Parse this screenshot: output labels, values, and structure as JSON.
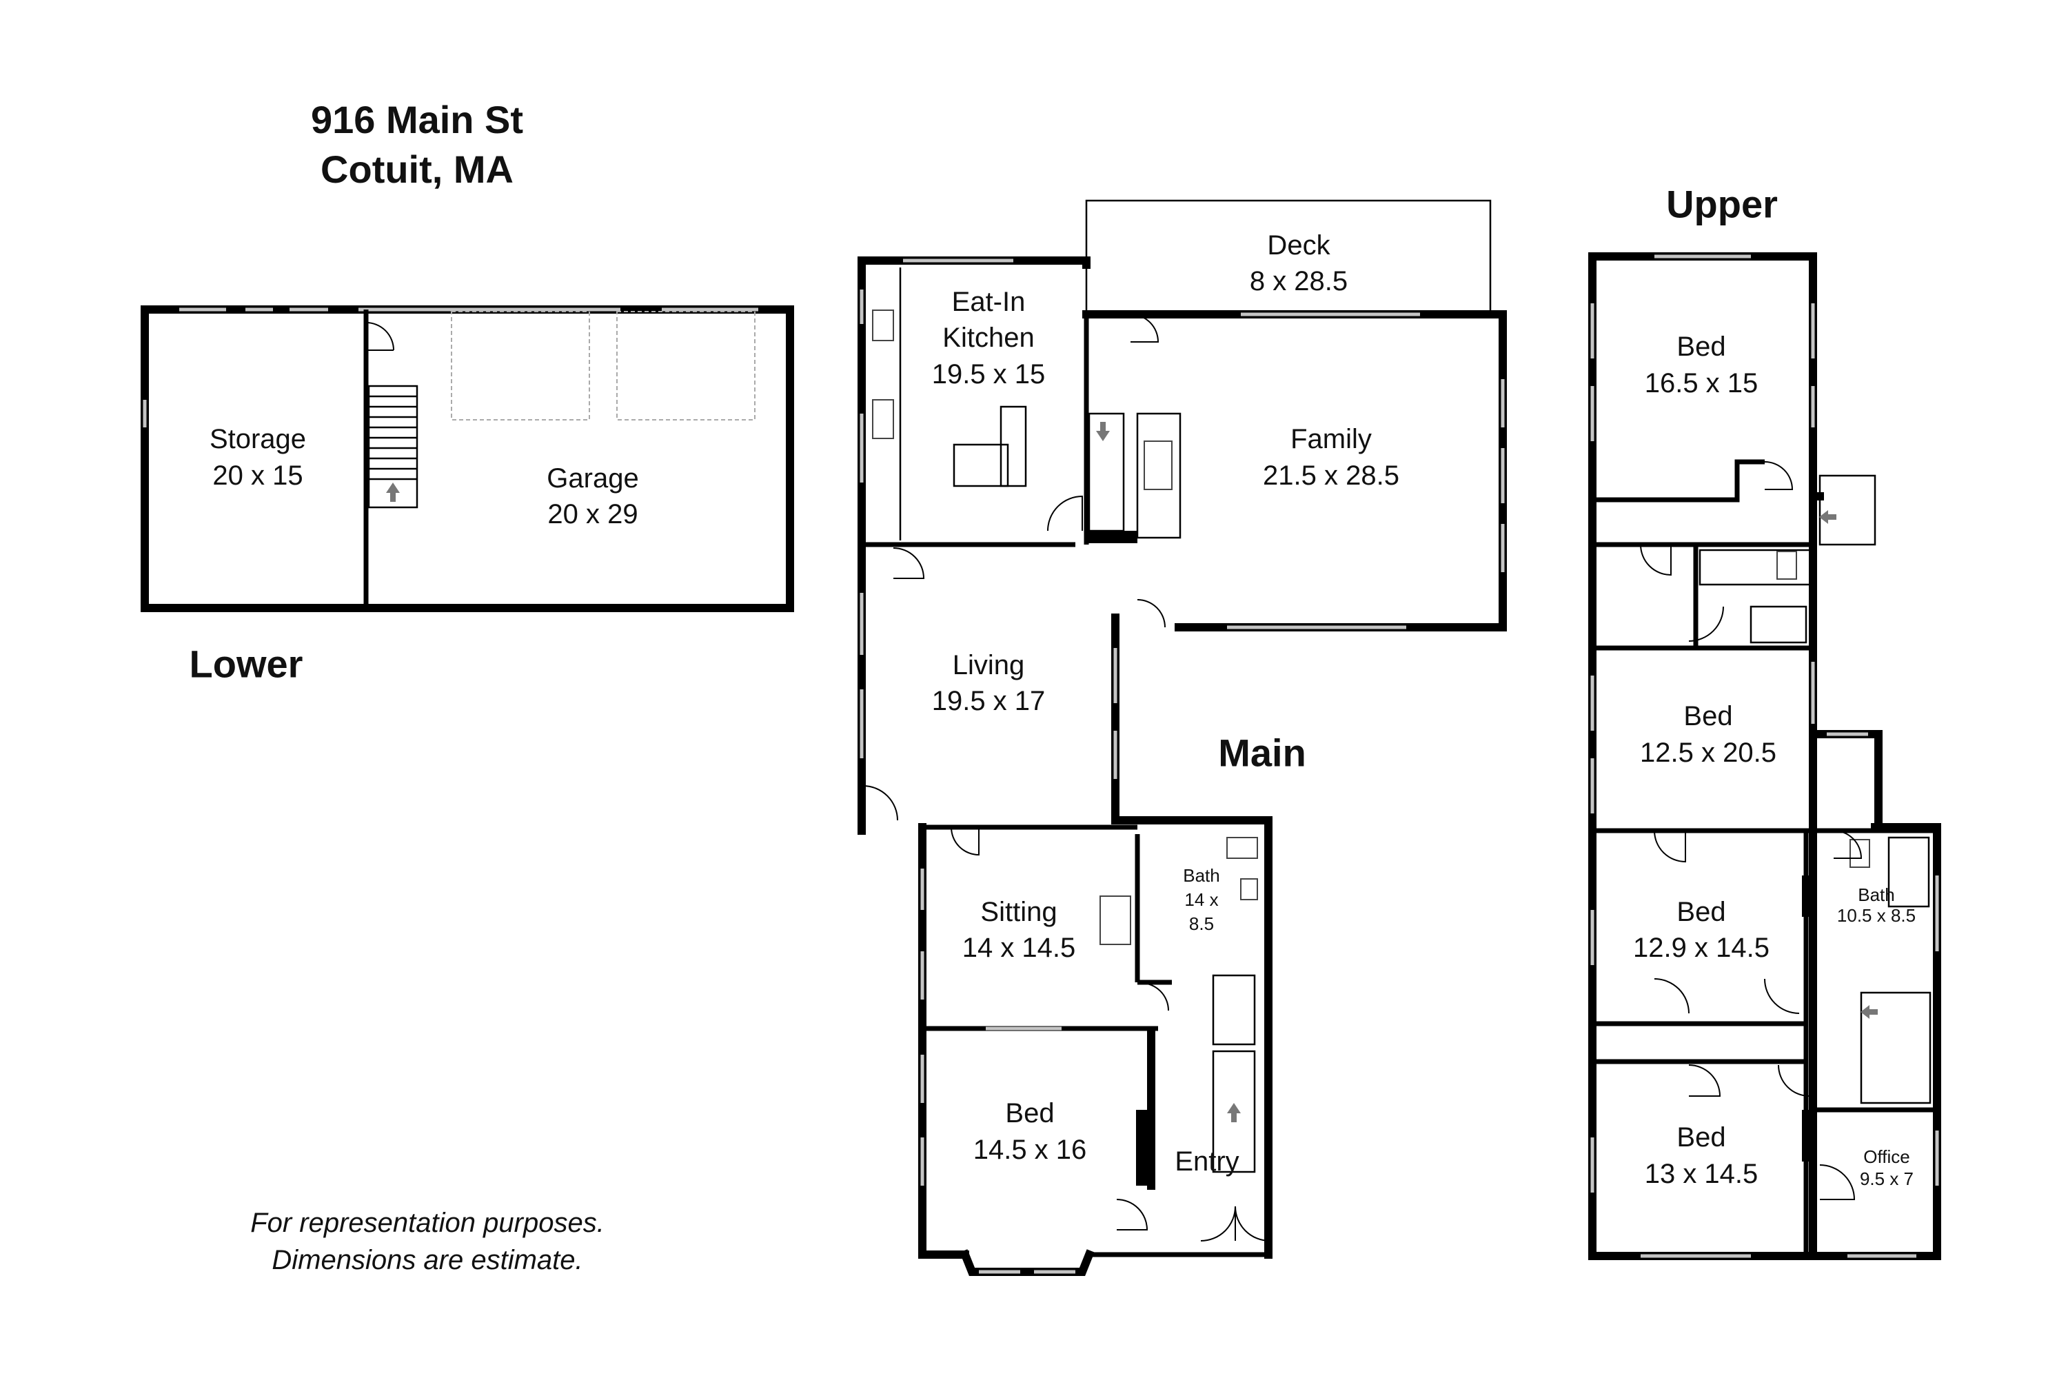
{
  "title": {
    "line1": "916 Main St",
    "line2": "Cotuit, MA"
  },
  "levels": {
    "lower": "Lower",
    "main": "Main",
    "upper": "Upper"
  },
  "note": {
    "line1": "For representation purposes.",
    "line2": "Dimensions are estimate."
  },
  "rooms": {
    "storage": {
      "name": "Storage",
      "dim": "20 x 15"
    },
    "garage": {
      "name": "Garage",
      "dim": "20 x 29"
    },
    "deck": {
      "name": "Deck",
      "dim": "8 x 28.5"
    },
    "kitchen": {
      "name1": "Eat-In",
      "name2": "Kitchen",
      "dim": "19.5 x 15"
    },
    "family": {
      "name": "Family",
      "dim": "21.5 x 28.5"
    },
    "living": {
      "name": "Living",
      "dim": "19.5 x 17"
    },
    "sitting": {
      "name": "Sitting",
      "dim": "14 x 14.5"
    },
    "main_bath": {
      "name": "Bath",
      "dim1": "14 x",
      "dim2": "8.5"
    },
    "main_bed": {
      "name": "Bed",
      "dim": "14.5 x 16"
    },
    "entry": {
      "name": "Entry"
    },
    "up_bed1": {
      "name": "Bed",
      "dim": "16.5 x 15"
    },
    "up_bed2": {
      "name": "Bed",
      "dim": "12.5 x 20.5"
    },
    "up_bed3": {
      "name": "Bed",
      "dim": "12.9 x 14.5"
    },
    "up_bed4": {
      "name": "Bed",
      "dim": "13 x 14.5"
    },
    "up_bath": {
      "name": "Bath",
      "dim": "10.5 x 8.5"
    },
    "office": {
      "name": "Office",
      "dim": "9.5 x 7"
    }
  },
  "colors": {
    "wall": "#000000",
    "window": "#bdbdbd",
    "fixture": "#555555",
    "dashed": "#999999"
  }
}
